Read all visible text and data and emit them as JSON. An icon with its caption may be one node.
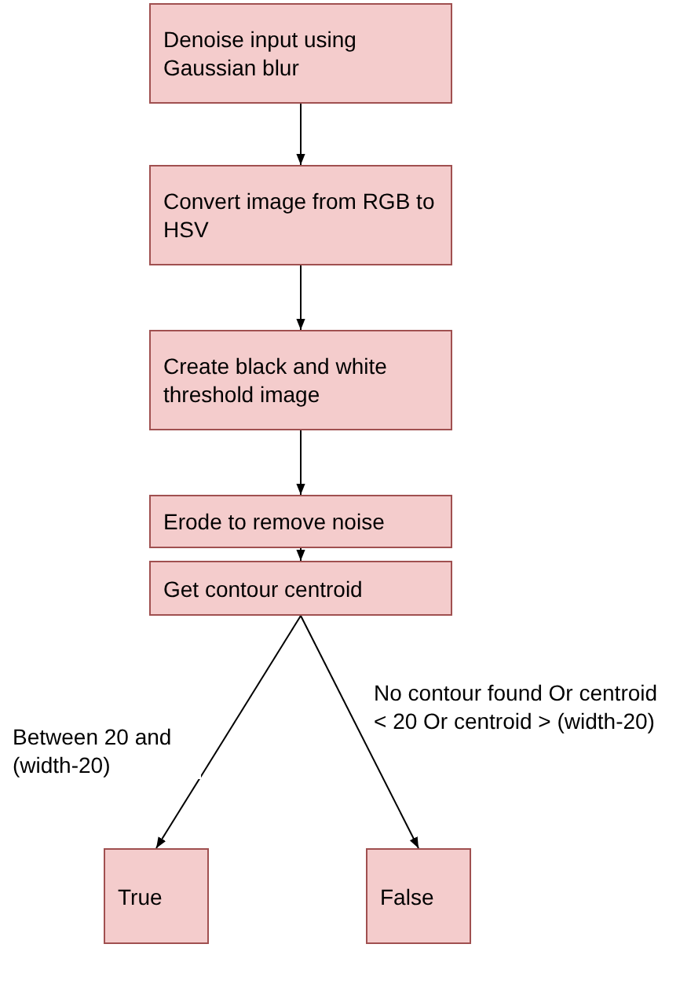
{
  "diagram": {
    "nodes": [
      {
        "text": [
          "Denoise input using Gaussian blur"
        ]
      },
      {
        "text": [
          "Convert image from RGB to HSV"
        ]
      },
      {
        "text": [
          "Create black and white threshold image"
        ]
      },
      {
        "text": [
          "Erode to remove noise"
        ]
      },
      {
        "text": [
          "Get contour centroid"
        ]
      },
      {
        "text": [
          "True"
        ]
      },
      {
        "text": [
          "False"
        ]
      }
    ],
    "edges": [
      {
        "from": 0,
        "to": 1,
        "arrow": "to"
      },
      {
        "from": 1,
        "to": 2,
        "arrow": "to"
      },
      {
        "from": 2,
        "to": 3,
        "arrow": "to"
      },
      {
        "from": 3,
        "to": 4,
        "arrow": "to"
      },
      {
        "from": 4,
        "to": 5,
        "arrow": "to",
        "label": "Between 20 and (width-20)"
      },
      {
        "from": 4,
        "to": 6,
        "arrow": "to",
        "label": "No contour found Or centroid < 20 Or centroid > (width-20)"
      }
    ]
  }
}
